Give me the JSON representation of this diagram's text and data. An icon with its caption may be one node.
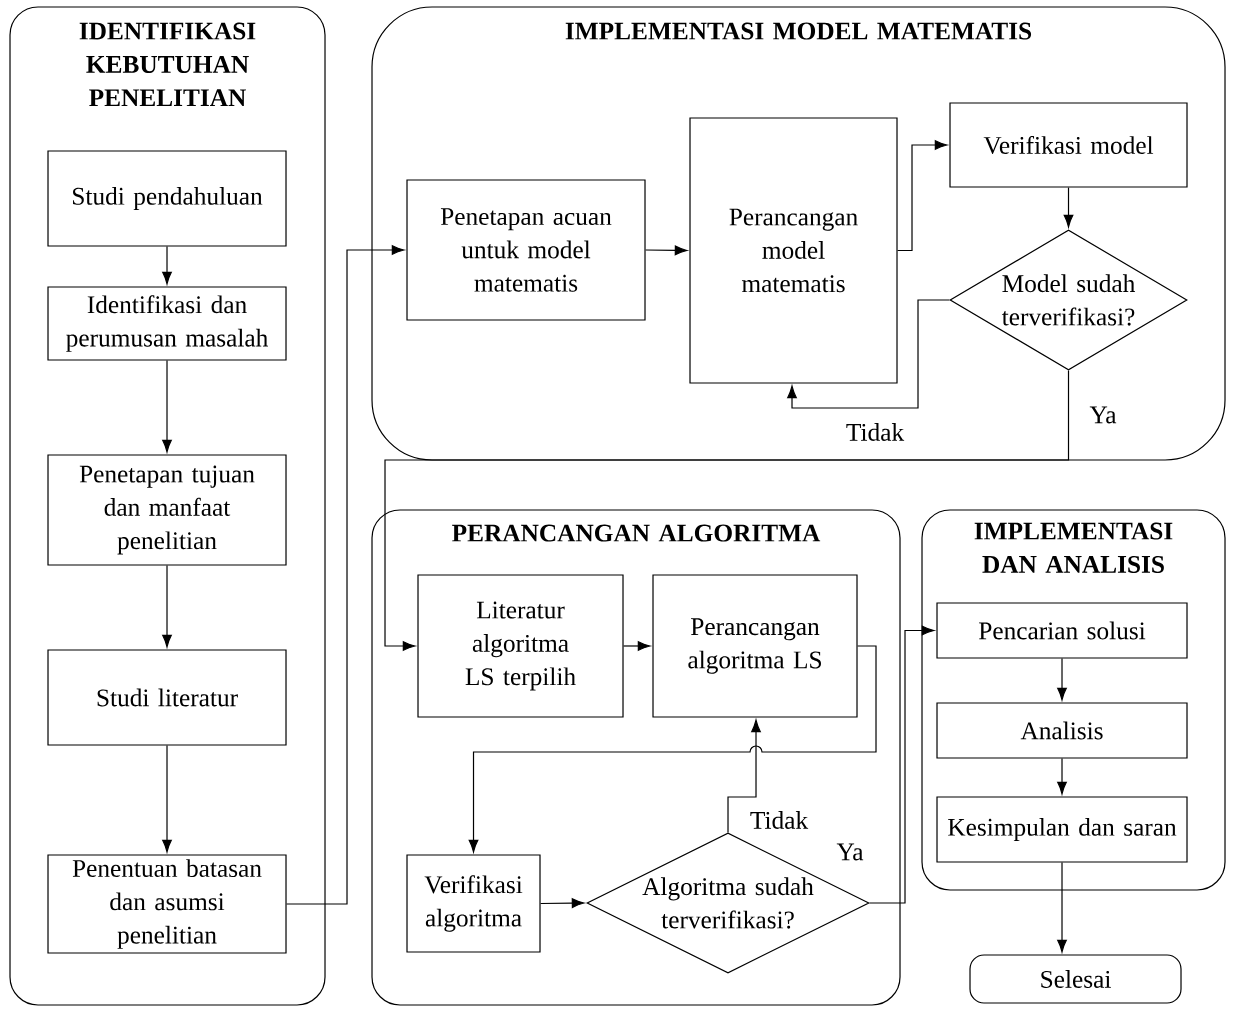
{
  "diagram": {
    "nodes": [
      {
        "text": [
          "IDENTIFIKASI KEBUTUHAN PENELITIAN"
        ]
      },
      {
        "text": [
          "Studi pendahuluan"
        ],
        "in": 0
      },
      {
        "text": [
          "Identifikasi dan perumusan masalah"
        ],
        "in": 0
      },
      {
        "text": [
          "Penetapan tujuan dan manfaat penelitian"
        ],
        "in": 0
      },
      {
        "text": [
          "Studi literatur"
        ],
        "in": 0
      },
      {
        "text": [
          "Penentuan batasan dan asumsi penelitian"
        ],
        "in": 0
      },
      {
        "text": [
          "IMPLEMENTASI MODEL MATEMATIS"
        ]
      },
      {
        "text": [
          "Penetapan acuan untuk model matematis"
        ],
        "in": 6
      },
      {
        "text": [
          "Perancangan model matematis"
        ],
        "in": 6
      },
      {
        "text": [
          "Verifikasi model"
        ],
        "in": 6
      },
      {
        "text": [
          "Model sudah terverifikasi?"
        ],
        "in": 6
      },
      {
        "text": [
          "PERANCANGAN ALGORITMA"
        ]
      },
      {
        "text": [
          "Literatur algoritma LS terpilih"
        ],
        "in": 11
      },
      {
        "text": [
          "Perancangan algoritma LS"
        ],
        "in": 11
      },
      {
        "text": [
          "Verifikasi algoritma"
        ],
        "in": 11
      },
      {
        "text": [
          "Algoritma sudah terverifikasi?"
        ],
        "in": 11
      },
      {
        "text": [
          "IMPLEMENTASI DAN ANALISIS"
        ]
      },
      {
        "text": [
          "Pencarian solusi"
        ],
        "in": 16
      },
      {
        "text": [
          "Analisis"
        ],
        "in": 16
      },
      {
        "text": [
          "Kesimpulan dan saran"
        ],
        "in": 16
      },
      {
        "text": [
          "Selesai"
        ]
      }
    ],
    "edges": [
      {
        "from": 1,
        "to": 2,
        "arrow": "to"
      },
      {
        "from": 2,
        "to": 3,
        "arrow": "to"
      },
      {
        "from": 3,
        "to": 4,
        "arrow": "to"
      },
      {
        "from": 4,
        "to": 5,
        "arrow": "to"
      },
      {
        "from": 5,
        "to": 7,
        "arrow": "to"
      },
      {
        "from": 7,
        "to": 8,
        "arrow": "to"
      },
      {
        "from": 8,
        "to": 9,
        "arrow": "to"
      },
      {
        "from": 9,
        "to": 10,
        "arrow": "to"
      },
      {
        "from": 10,
        "to": 8,
        "arrow": "to",
        "label": "Tidak"
      },
      {
        "from": 10,
        "to": 12,
        "arrow": "to",
        "label": "Ya"
      },
      {
        "from": 12,
        "to": 13,
        "arrow": "to"
      },
      {
        "from": 13,
        "to": 14,
        "arrow": "to"
      },
      {
        "from": 14,
        "to": 15,
        "arrow": "to"
      },
      {
        "from": 15,
        "to": 13,
        "arrow": "to",
        "label": "Tidak"
      },
      {
        "from": 15,
        "to": 17,
        "arrow": "to",
        "label": "Ya"
      },
      {
        "from": 17,
        "to": 18,
        "arrow": "to"
      },
      {
        "from": 18,
        "to": 19,
        "arrow": "to"
      },
      {
        "from": 19,
        "to": 20,
        "arrow": "to"
      }
    ]
  }
}
